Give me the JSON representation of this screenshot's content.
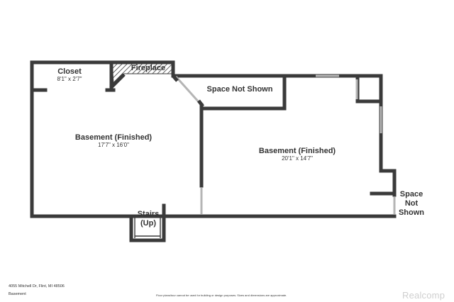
{
  "rooms": {
    "closet": {
      "name": "Closet",
      "dims": "8'1\" x 2'7\""
    },
    "fireplace": {
      "name": "Fireplace"
    },
    "basement_left": {
      "name": "Basement (Finished)",
      "dims": "17'7\" x 16'0\""
    },
    "space_not_shown_top": {
      "name": "Space Not Shown"
    },
    "basement_right": {
      "name": "Basement (Finished)",
      "dims": "20'1\" x 14'7\""
    },
    "space_not_shown_right": {
      "line1": "Space",
      "line2": "Not",
      "line3": "Shown"
    },
    "stairs": {
      "line1": "Stairs",
      "line2": "(Up)"
    }
  },
  "footer": {
    "address": "4055 Mitchell Dr, Flint, MI 48506",
    "level": "Basement",
    "disclaimer": "Floor plans/tour cannot be used for building or design purposes. Sizes and dimensions are approximate."
  },
  "watermark": "Realcomp",
  "colors": {
    "wall": "#3a3a3a",
    "window": "#b5b5b5",
    "hatch": "#3a3a3a"
  }
}
